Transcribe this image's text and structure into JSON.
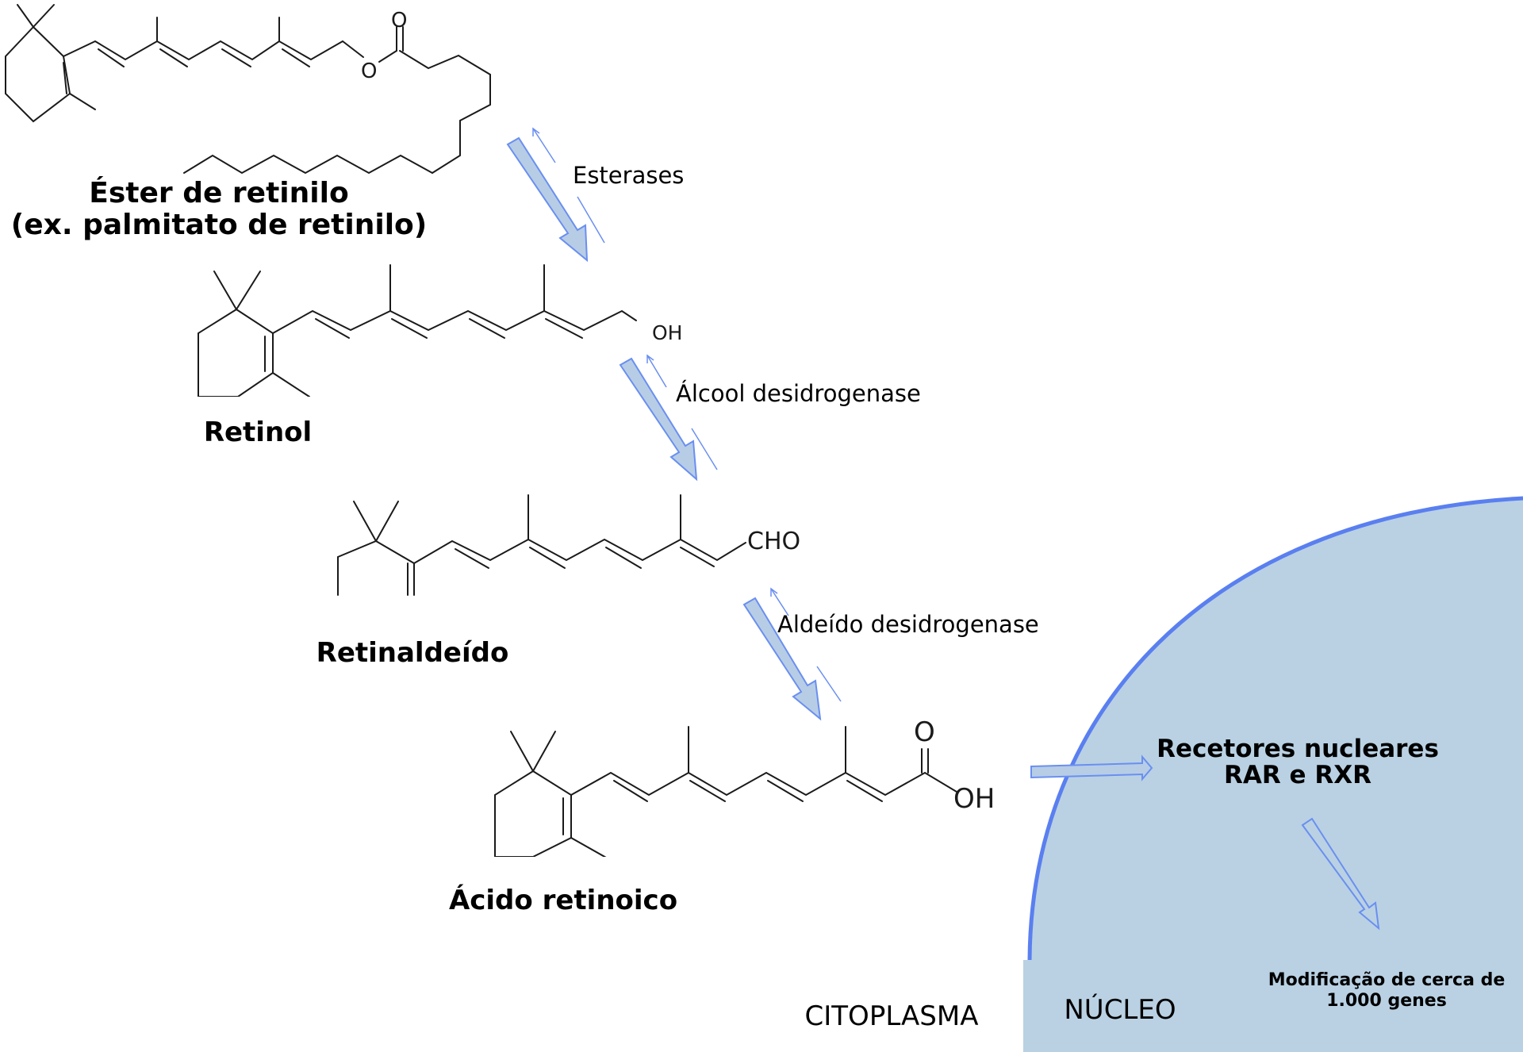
{
  "molecules": {
    "ester": {
      "name_line1": "Éster de retinilo",
      "name_line2": "(ex. palmitato de retinilo)",
      "atom_o_carbonyl": "O",
      "atom_o_ester": "O"
    },
    "retinol": {
      "name": "Retinol",
      "group": "OH"
    },
    "retinal": {
      "name": "Retinaldeído",
      "group": "CHO"
    },
    "retinoic_acid": {
      "name": "Ácido retinoico",
      "atom_o": "O",
      "group": "OH"
    }
  },
  "enzymes": {
    "step1": "Esterases",
    "step2": "Álcool desidrogenase",
    "step3": "Aldeído desidrogenase"
  },
  "nucleus": {
    "receptors_line1": "Recetores nucleares",
    "receptors_line2": "RAR e RXR",
    "genes_line1": "Modificação de cerca de",
    "genes_line2": "1.000 genes"
  },
  "compartments": {
    "cytoplasm": "CITOPLASMA",
    "nucleus": "NÚCLEO"
  },
  "colors": {
    "nucleus_fill": "#b9d1e3",
    "nucleus_border": "#5a7ff0",
    "arrow_fill": "#b7cde6",
    "arrow_stroke": "#6a8ff0",
    "bond": "#1a1a1a"
  }
}
